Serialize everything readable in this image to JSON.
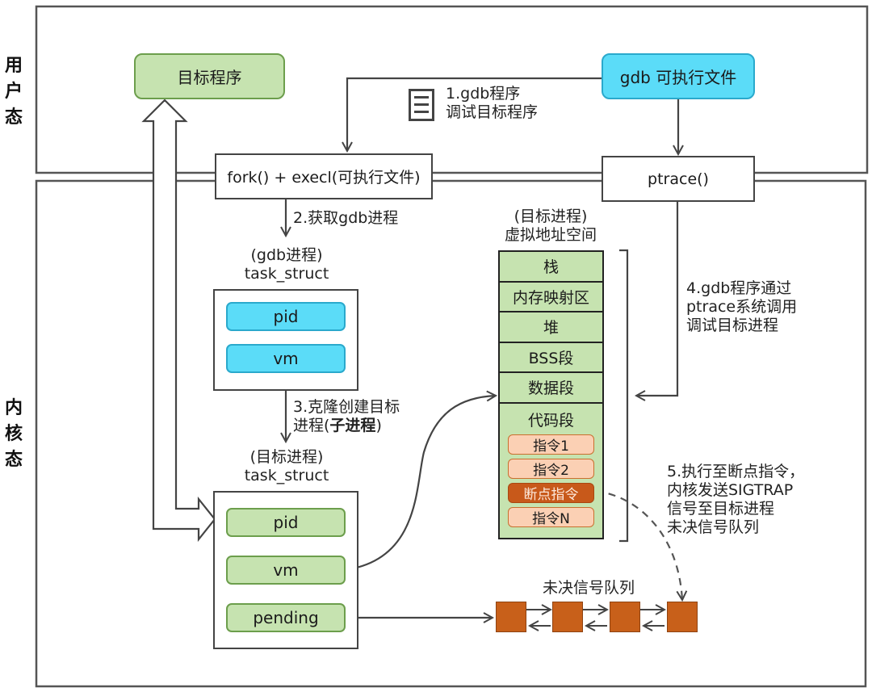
{
  "regions": {
    "user_mode": "用户态",
    "kernel_mode": "内核态"
  },
  "nodes": {
    "target_program": "目标程序",
    "gdb_executable": "gdb 可执行文件",
    "fork_execl": "fork() + execl(可执行文件)",
    "ptrace": "ptrace()"
  },
  "gdb_task_struct": {
    "caption_line1": "(gdb进程)",
    "caption_line2": "task_struct",
    "fields": [
      "pid",
      "vm"
    ]
  },
  "target_task_struct": {
    "caption_line1": "(目标进程)",
    "caption_line2": "task_struct",
    "fields": [
      "pid",
      "vm",
      "pending"
    ]
  },
  "virtual_address_space": {
    "caption_line1": "(目标进程)",
    "caption_line2": "虚拟地址空间",
    "segments": [
      "栈",
      "内存映射区",
      "堆",
      "BSS段",
      "数据段"
    ],
    "code_segment": {
      "title": "代码段",
      "instructions": [
        {
          "label": "指令1",
          "breakpoint": false
        },
        {
          "label": "指令2",
          "breakpoint": false
        },
        {
          "label": "断点指令",
          "breakpoint": true
        },
        {
          "label": "指令N",
          "breakpoint": false
        }
      ]
    }
  },
  "steps": {
    "step1_line1": "1.gdb程序",
    "step1_line2": "调试目标程序",
    "step2": "2.获取gdb进程",
    "step3_line1": "3.克隆创建目标",
    "step3_line2_prefix": "进程(",
    "step3_line2_bold": "子进程",
    "step3_line2_suffix": ")",
    "step4_line1": "4.gdb程序通过",
    "step4_line2": "ptrace系统调用",
    "step4_line3": "调试目标进程",
    "step5_line1": "5.执行至断点指令，",
    "step5_line2": "内核发送SIGTRAP",
    "step5_line3": "信号至目标进程",
    "step5_line4": "未决信号队列"
  },
  "pending_queue": {
    "label": "未决信号队列",
    "node_count": 4
  },
  "icons": {
    "step1_icon": "document-lines-icon"
  },
  "colors": {
    "green_fill": "#c6e3b0",
    "cyan_fill": "#5bdcf8",
    "instruction_fill": "#fbd0b4",
    "breakpoint_fill": "#c8591a",
    "queue_node_fill": "#c8601a",
    "line": "#444444"
  }
}
